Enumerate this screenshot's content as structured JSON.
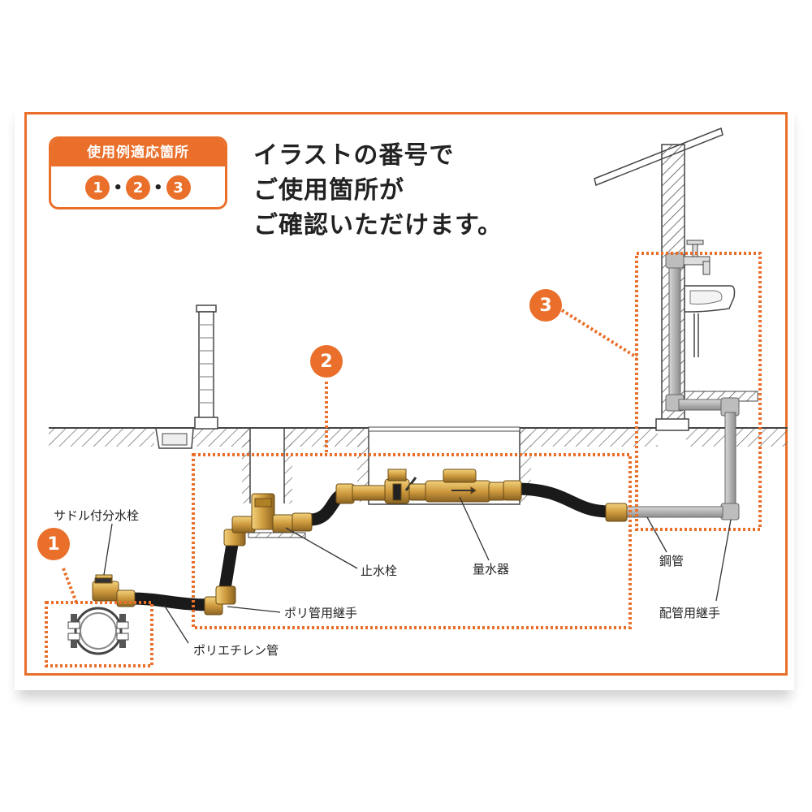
{
  "badge": {
    "title": "使用例適応箇所",
    "numbers": [
      "1",
      "2",
      "3"
    ],
    "separator": "•"
  },
  "headline": {
    "line1": "イラストの番号で",
    "line2": "ご使用箇所が",
    "line3": "ご確認いただけます。"
  },
  "markers": {
    "m1": "1",
    "m2": "2",
    "m3": "3"
  },
  "labels": {
    "saddle": "サドル付分水栓",
    "polyethylene_pipe": "ポリエチレン管",
    "poly_joint": "ポリ管用継手",
    "stop_valve": "止水栓",
    "water_meter": "量水器",
    "steel_pipe": "鋼管",
    "pipe_joint": "配管用継手"
  },
  "colors": {
    "accent": "#e96f2a",
    "pipe_black": "#1a1a1a",
    "brass": "#d4a74a",
    "steel": "#a9a9a9"
  }
}
